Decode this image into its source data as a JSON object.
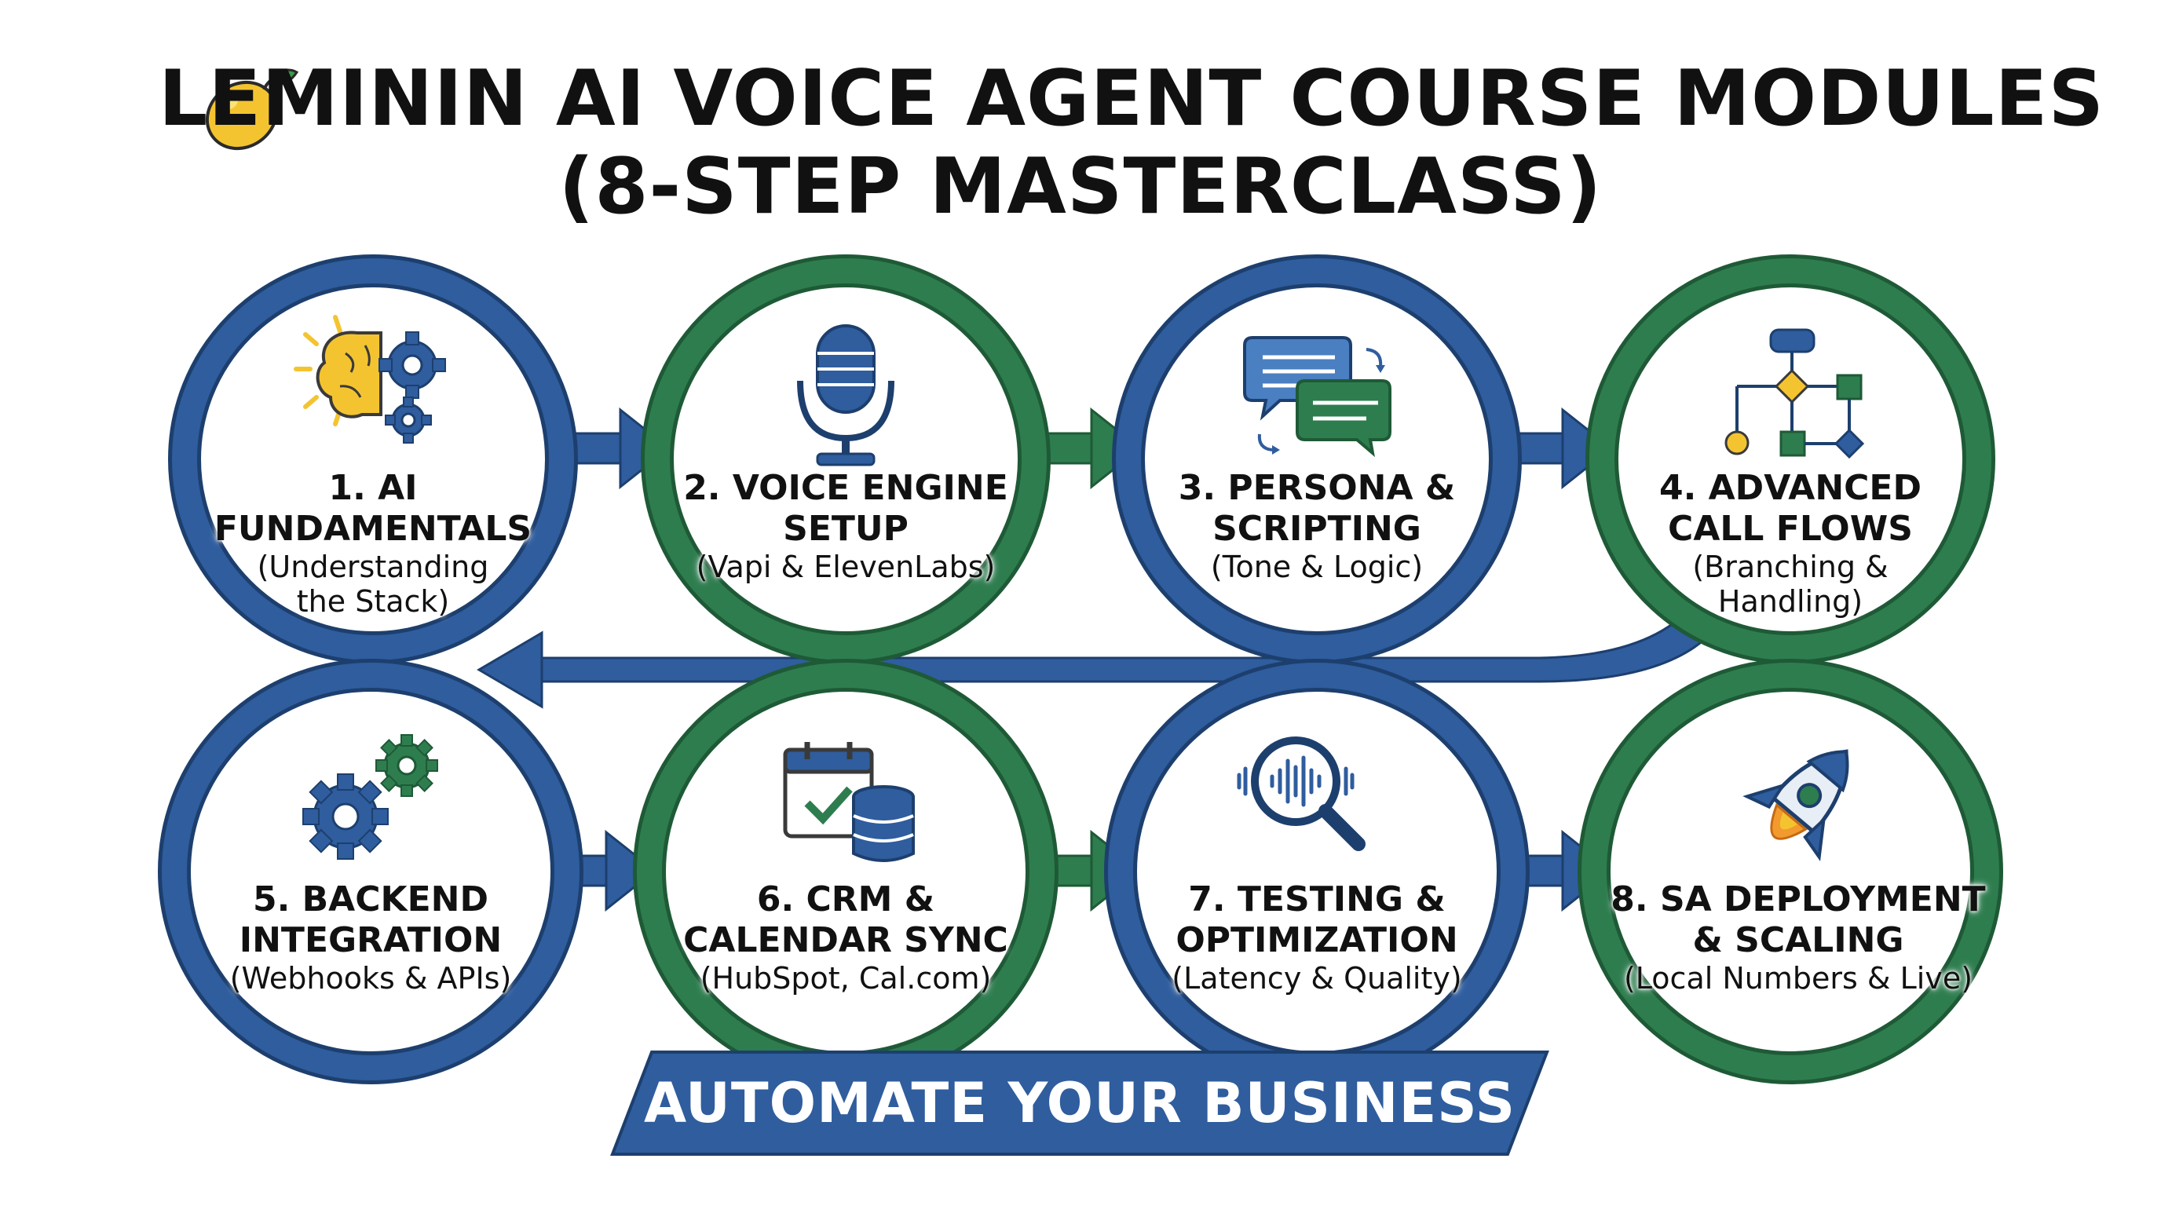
{
  "title": {
    "line1": "LEMININ AI VOICE AGENT COURSE MODULES",
    "line2": "(8-STEP MASTERCLASS)"
  },
  "title_icon": "lemon-icon",
  "colors": {
    "blue": "#2F5D9E",
    "green": "#2E7D4F",
    "yellow": "#F4C430",
    "text": "#111111"
  },
  "modules": [
    {
      "title": "1. AI FUNDAMENTALS",
      "subtitle": "(Understanding the Stack)",
      "icon": "brain-gears-icon"
    },
    {
      "title": "2. VOICE ENGINE SETUP",
      "subtitle": "(Vapi & ElevenLabs)",
      "icon": "microphone-icon"
    },
    {
      "title": "3. PERSONA & SCRIPTING",
      "subtitle": "(Tone & Logic)",
      "icon": "chat-bubbles-icon"
    },
    {
      "title": "4. ADVANCED CALL FLOWS",
      "subtitle": "(Branching & Handling)",
      "icon": "flowchart-icon"
    },
    {
      "title": "5. BACKEND INTEGRATION",
      "subtitle": "(Webhooks & APIs)",
      "icon": "gears-icon"
    },
    {
      "title": "6. CRM & CALENDAR SYNC",
      "subtitle": "(HubSpot, Cal.com)",
      "icon": "calendar-database-icon"
    },
    {
      "title": "7. TESTING & OPTIMIZATION",
      "subtitle": "(Latency & Quality)",
      "icon": "magnifier-waveform-icon"
    },
    {
      "title": "8. SA DEPLOYMENT & SCALING",
      "subtitle": "(Local Numbers & Live)",
      "icon": "rocket-icon"
    }
  ],
  "banner": {
    "label": "AUTOMATE YOUR BUSINESS"
  }
}
